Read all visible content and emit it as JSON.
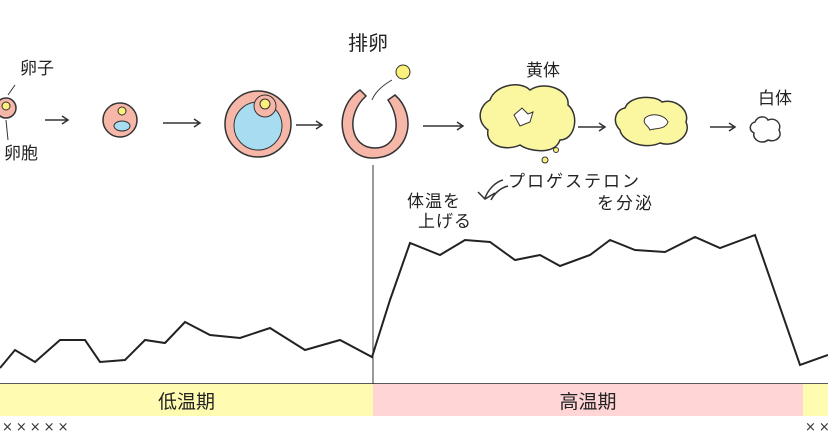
{
  "labels": {
    "egg": "卵子",
    "follicle": "卵胞",
    "ovulation": "排卵",
    "corpus_luteum": "黄体",
    "corpus_albicans": "白体",
    "progesterone_line1": "プロゲステロン",
    "progesterone_line2": "を分泌",
    "raise_temp_line1": "体温を",
    "raise_temp_line2": "上げる"
  },
  "phases": [
    {
      "label": "低温期",
      "color": "#fffbb0"
    },
    {
      "label": "高温期",
      "color": "#ffd5d5"
    }
  ],
  "marks_left": "×××××",
  "marks_right": "××"
}
